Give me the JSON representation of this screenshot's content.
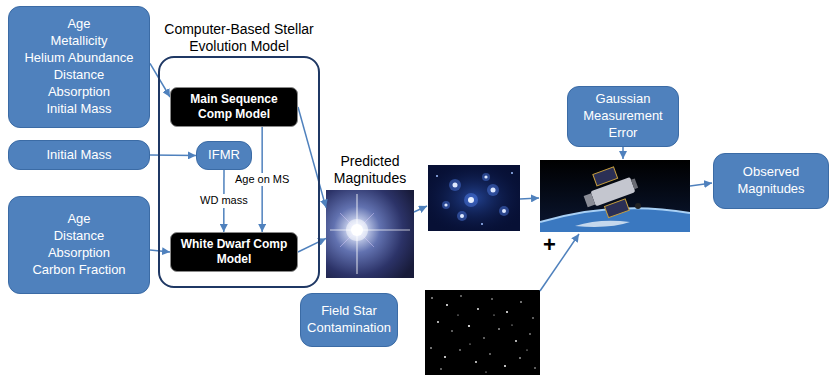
{
  "diagram": {
    "nodes": [
      {
        "text": [
          "Age",
          "Metallicity",
          "Helium Abundance",
          "Distance",
          "Absorption",
          "Initial Mass"
        ]
      },
      {
        "text": [
          "Initial Mass"
        ]
      },
      {
        "text": [
          "Age",
          "Distance",
          "Absorption",
          "Carbon Fraction"
        ]
      },
      {
        "text": [
          "Computer-Based Stellar Evolution Model"
        ]
      },
      {
        "text": [
          "Main Sequence Comp Model"
        ],
        "in": 3
      },
      {
        "text": [
          "IFMR"
        ],
        "in": 3
      },
      {
        "text": [
          "White Dwarf Comp Model"
        ],
        "in": 3
      },
      {
        "text": [
          "Predicted Magnitudes"
        ]
      },
      {
        "text": [
          "Gaussian Measurement Error"
        ]
      },
      {
        "text": [
          "Field Star Contamination"
        ]
      },
      {
        "text": [
          "Observed Magnitudes"
        ]
      }
    ],
    "edges": [
      {
        "from": 0,
        "to": 4,
        "arrow": "to"
      },
      {
        "from": 1,
        "to": 5,
        "arrow": "to"
      },
      {
        "from": 2,
        "to": 6,
        "arrow": "to"
      },
      {
        "from": 4,
        "to": 6,
        "label": "Age on MS",
        "arrow": "to"
      },
      {
        "from": 5,
        "to": 6,
        "label": "WD mass",
        "arrow": "to"
      },
      {
        "from": 4,
        "to": 7,
        "arrow": "to"
      },
      {
        "from": 6,
        "to": 7,
        "arrow": "to"
      }
    ],
    "labels": [
      "+"
    ]
  }
}
